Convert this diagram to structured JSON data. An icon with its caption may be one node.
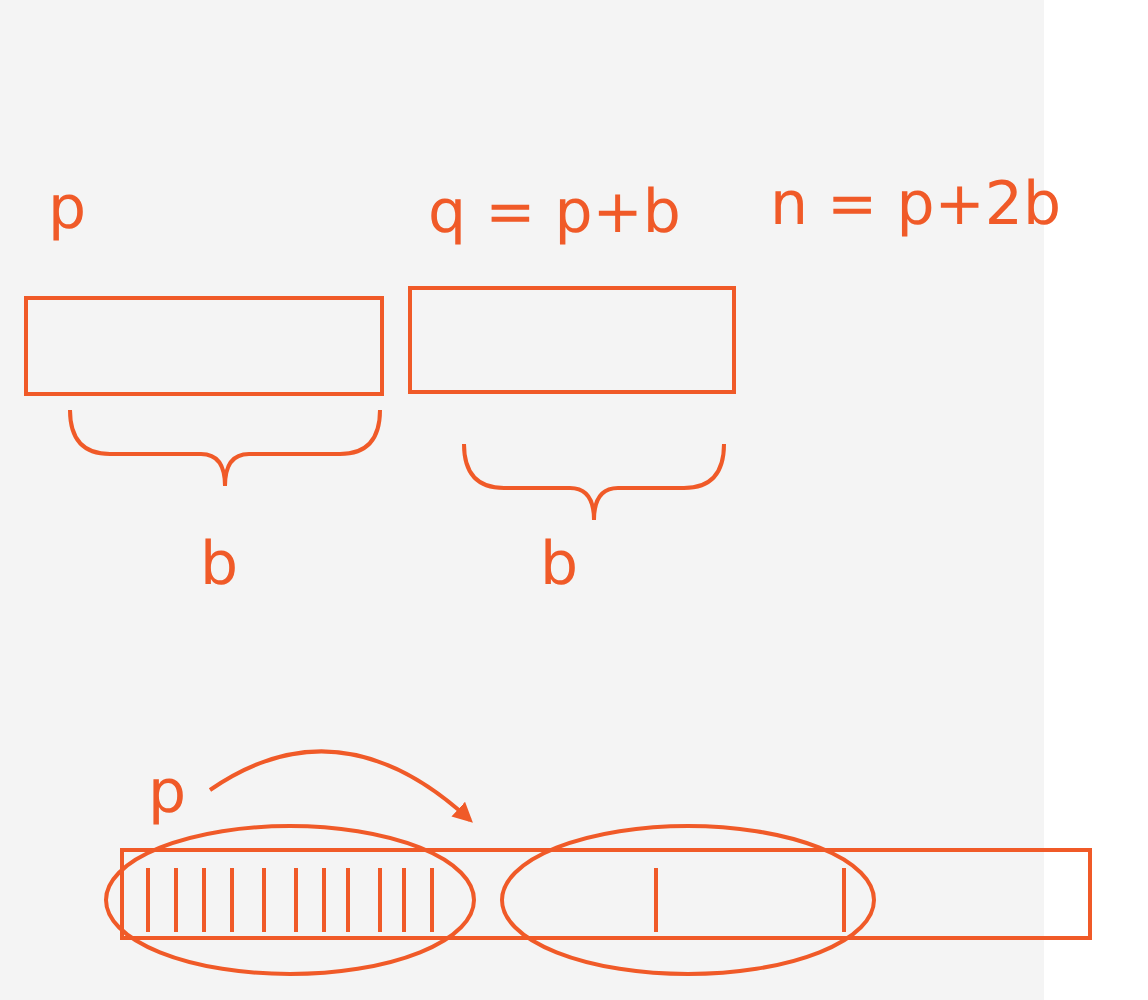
{
  "diagram": {
    "nodes": [
      {
        "text": [
          "p"
        ]
      },
      {
        "text": [
          "q = p+b"
        ]
      },
      {
        "text": [
          "p"
        ]
      },
      {
        "text": [],
        "shape": "ellipse"
      },
      {
        "text": [],
        "shape": "ellipse"
      }
    ],
    "labels": [
      "n = p+2b",
      "b",
      "b"
    ]
  }
}
